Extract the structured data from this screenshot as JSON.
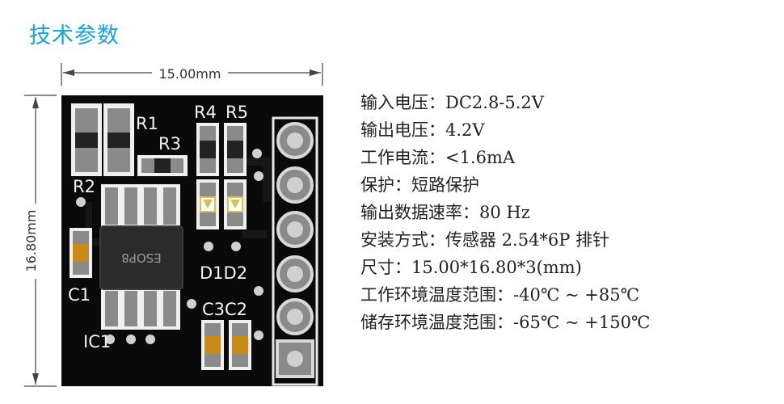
{
  "title": "技术参数",
  "board": {
    "width_label": "15.00mm",
    "height_label": "16.80mm",
    "labels": {
      "R1": "R1",
      "R2": "R2",
      "R3": "R3",
      "R4": "R4",
      "R5": "R5",
      "D1D2": "D1D2",
      "C1": "C1",
      "C3C2": "C3C2",
      "IC1": "IC1",
      "chip": "ESOP8"
    }
  },
  "specs": [
    "输入电压：DC2.8-5.2V",
    "输出电压：4.2V",
    "工作电流：<1.6mA",
    "保护：短路保护",
    "输出数据速率：80 Hz",
    "安装方式：传感器 2.54*6P 排针",
    "尺寸：15.00*16.80*3(mm)",
    "工作环境温度范围：-40℃ ~ +85℃",
    "储存环境温度范围：-65℃ ~ +150℃"
  ],
  "colors": {
    "title": "#1aa3d8",
    "pcb": "#0a0a0a",
    "pad": "#9a9a9a",
    "pin_bg": "#d8d8d8",
    "cap": "#c98a1a"
  }
}
